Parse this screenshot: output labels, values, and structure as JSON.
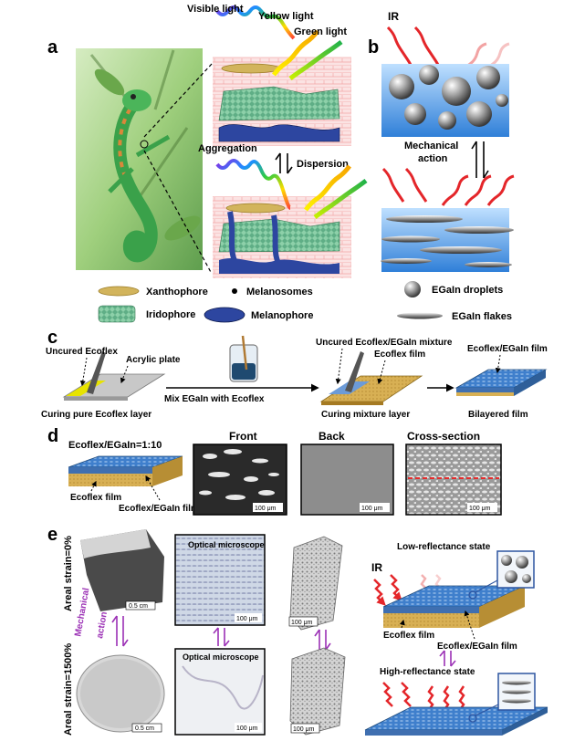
{
  "panel_a": {
    "label": "a",
    "visible_light": "Visible light",
    "yellow_light": "Yellow light",
    "green_light": "Green light",
    "aggregation": "Aggregation",
    "dispersion": "Dispersion",
    "legend": {
      "xanthophore": "Xanthophore",
      "melanosomes": "Melanosomes",
      "iridophore": "Iridophore",
      "melanophore": "Melanophore"
    }
  },
  "panel_b": {
    "label": "b",
    "ir": "IR",
    "mech_line1": "Mechanical",
    "mech_line2": "action",
    "legend": {
      "droplets": "EGaIn droplets",
      "flakes": "EGaIn flakes"
    }
  },
  "panel_c": {
    "label": "c",
    "uncured_ecoflex": "Uncured Ecoflex",
    "acrylic_plate": "Acrylic plate",
    "mix": "Mix EGaIn with Ecoflex",
    "uncured_mixture": "Uncured Ecoflex/EGaIn mixture",
    "ecoflex_film": "Ecoflex film",
    "result_film": "Ecoflex/EGaIn film",
    "caption_curing_pure": "Curing pure Ecoflex layer",
    "caption_curing_mix": "Curing mixture layer",
    "caption_bilayer": "Bilayered film"
  },
  "panel_d": {
    "label": "d",
    "ratio": "Ecoflex/EGaIn=1:10",
    "ecoflex_film": "Ecoflex film",
    "egain_film": "Ecoflex/EGaIn  film",
    "front": "Front",
    "back": "Back",
    "cross_section": "Cross-section",
    "scalebar": "100 μm"
  },
  "panel_e": {
    "label": "e",
    "strain_0": "Areal strain=0%",
    "strain_1500": "Areal strain=1500%",
    "mech_line1": "Mechanical",
    "mech_line2": "action",
    "optical_microscope": "Optical microscope",
    "scalebar_cm": "0.5 cm",
    "scalebar_um": "100 μm",
    "low_reflectance": "Low-reflectance state",
    "high_reflectance": "High-reflectance state",
    "ir": "IR",
    "ecoflex_film": "Ecoflex film",
    "egain_film": "Ecoflex/EGaIn  film"
  },
  "colors": {
    "ir_red": "#e4262a",
    "purple": "#9b30b5",
    "egain_blue": "#3f7fcc",
    "ecoflex_yellow": "#d8b054",
    "chameleon_green": "#3aa14a"
  }
}
